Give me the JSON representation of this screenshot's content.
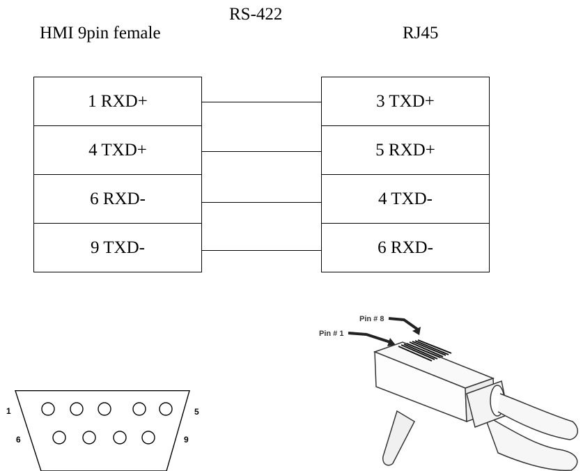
{
  "headers": {
    "left": "HMI 9pin female",
    "middle": "RS-422",
    "right": "RJ45"
  },
  "pinout": {
    "hmi_pins": [
      "1 RXD+",
      "4 TXD+",
      "6 RXD-",
      "9 TXD-"
    ],
    "rj45_pins": [
      "3 TXD+",
      "5 RXD+",
      "4 TXD-",
      "6 RXD-"
    ]
  },
  "db9": {
    "label_top_left": "1",
    "label_top_right": "5",
    "label_bottom_left": "6",
    "label_bottom_right": "9"
  },
  "rj45_plug": {
    "label_pin8": "Pin # 8",
    "label_pin1": "Pin # 1"
  }
}
